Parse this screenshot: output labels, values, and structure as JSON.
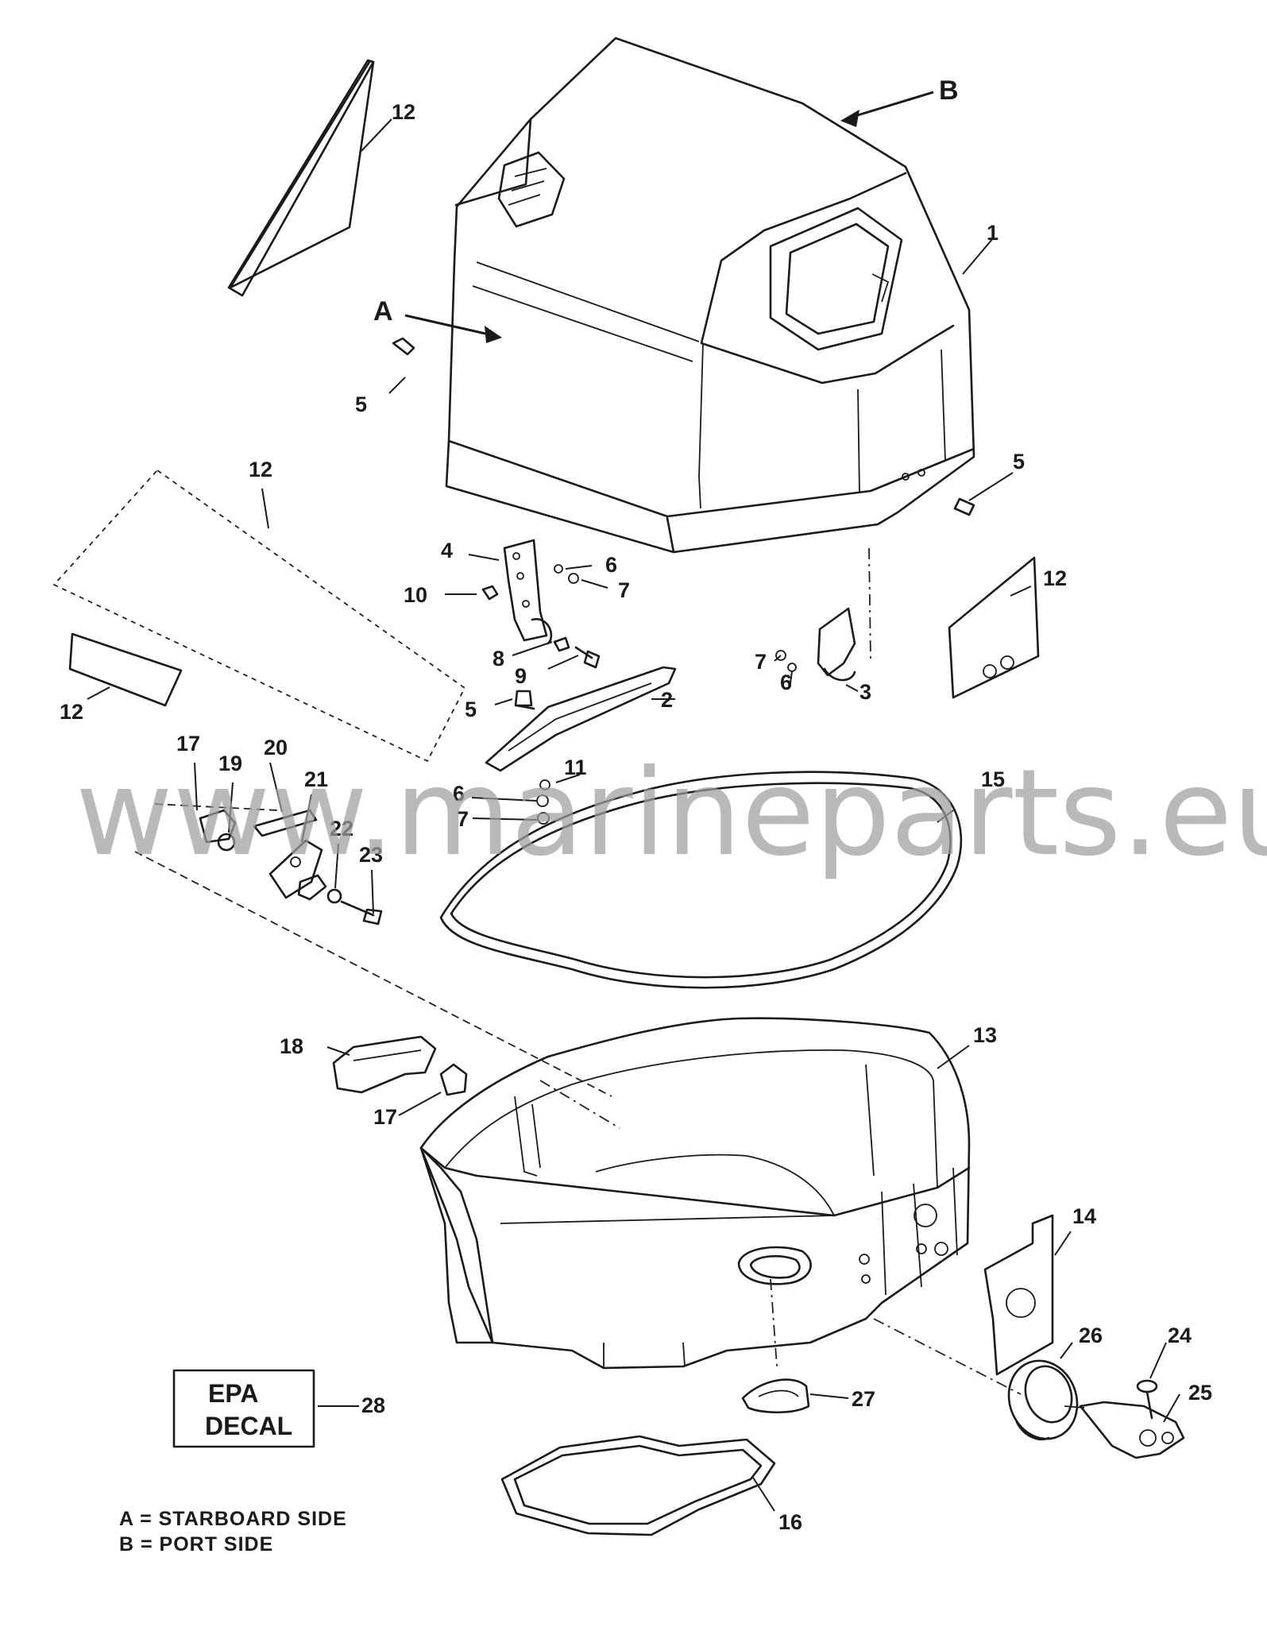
{
  "callouts": {
    "c1": "1",
    "c2": "2",
    "c3": "3",
    "c4": "4",
    "c5a": "5",
    "c5b": "5",
    "c5c": "5",
    "c6a": "6",
    "c6b": "6",
    "c6c": "6",
    "c7a": "7",
    "c7b": "7",
    "c7c": "7",
    "c8": "8",
    "c9": "9",
    "c10": "10",
    "c11": "11",
    "c12a": "12",
    "c12b": "12",
    "c12c": "12",
    "c12d": "12",
    "c13": "13",
    "c14": "14",
    "c15": "15",
    "c16": "16",
    "c17a": "17",
    "c17b": "17",
    "c18": "18",
    "c19": "19",
    "c20": "20",
    "c21": "21",
    "c22": "22",
    "c23": "23",
    "c24": "24",
    "c25": "25",
    "c26": "26",
    "c27": "27",
    "c28": "28",
    "cA": "A",
    "cB": "B"
  },
  "decal": {
    "line1": "EPA",
    "line2": "DECAL"
  },
  "legend": {
    "a": "A = STARBOARD SIDE",
    "b": "B = PORT SIDE"
  },
  "watermark": "www.marineparts.eu"
}
